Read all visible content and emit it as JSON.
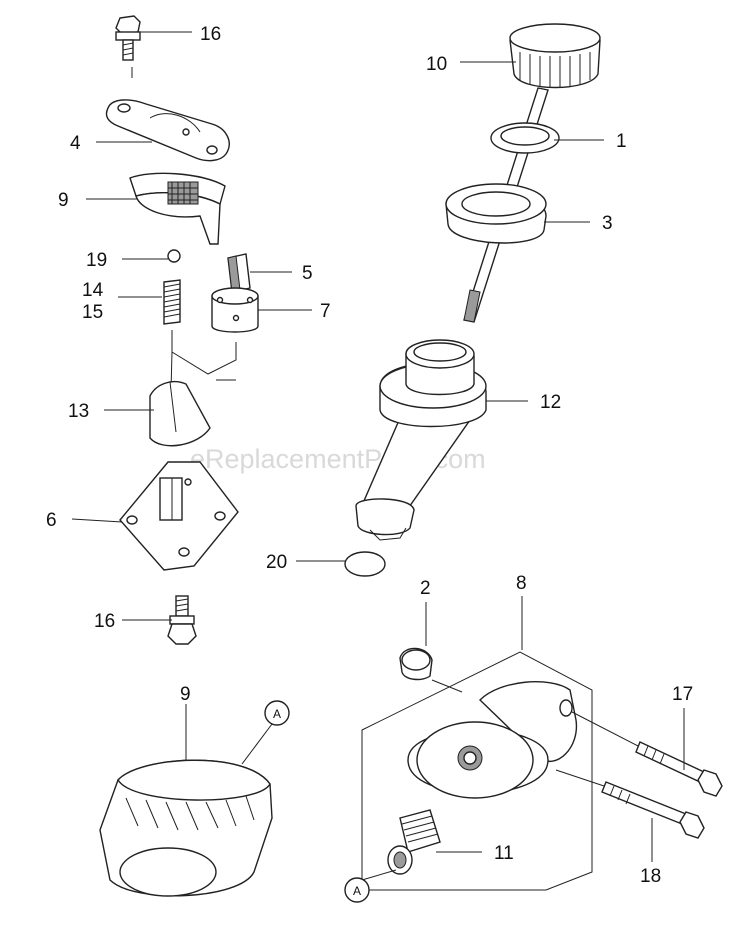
{
  "watermark": "eReplacementParts.com",
  "callouts": [
    {
      "id": "c16a",
      "text": "16"
    },
    {
      "id": "c4",
      "text": "4"
    },
    {
      "id": "c9a",
      "text": "9"
    },
    {
      "id": "c19",
      "text": "19"
    },
    {
      "id": "c14",
      "text": "14"
    },
    {
      "id": "c15",
      "text": "15"
    },
    {
      "id": "c5",
      "text": "5"
    },
    {
      "id": "c7",
      "text": "7"
    },
    {
      "id": "c13",
      "text": "13"
    },
    {
      "id": "c6",
      "text": "6"
    },
    {
      "id": "c16b",
      "text": "16"
    },
    {
      "id": "c20",
      "text": "20"
    },
    {
      "id": "c10",
      "text": "10"
    },
    {
      "id": "c1",
      "text": "1"
    },
    {
      "id": "c3",
      "text": "3"
    },
    {
      "id": "c12",
      "text": "12"
    },
    {
      "id": "c2",
      "text": "2"
    },
    {
      "id": "c8",
      "text": "8"
    },
    {
      "id": "c17",
      "text": "17"
    },
    {
      "id": "c18",
      "text": "18"
    },
    {
      "id": "c11",
      "text": "11"
    },
    {
      "id": "c9b",
      "text": "9"
    }
  ],
  "reference_markers": [
    {
      "id": "rA1",
      "text": "A"
    },
    {
      "id": "rA2",
      "text": "A"
    }
  ]
}
